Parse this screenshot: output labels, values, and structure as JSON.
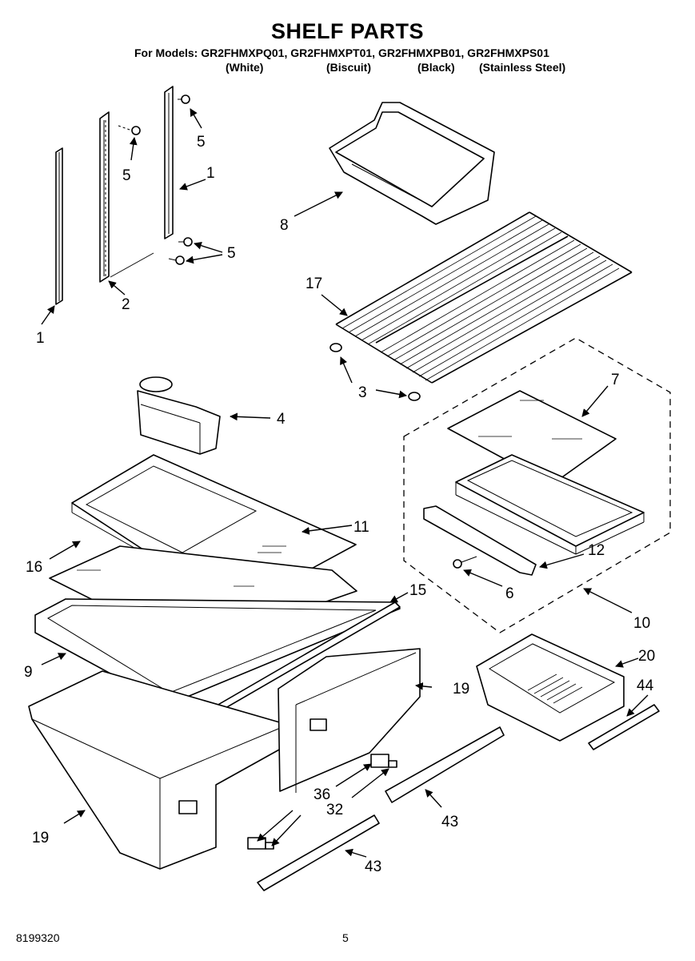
{
  "header": {
    "title": "SHELF PARTS",
    "models_line": "For Models: GR2FHMXPQ01, GR2FHMXPT01, GR2FHMXPB01, GR2FHMXPS01",
    "colors": [
      "(White)",
      "(Biscuit)",
      "(Black)",
      "(Stainless Steel)"
    ]
  },
  "callouts": {
    "c1a": "1",
    "c1b": "1",
    "c2": "2",
    "c3": "3",
    "c4": "4",
    "c5a": "5",
    "c5b": "5",
    "c5c": "5",
    "c6": "6",
    "c7": "7",
    "c8": "8",
    "c9": "9",
    "c10": "10",
    "c11": "11",
    "c12": "12",
    "c15": "15",
    "c16": "16",
    "c17": "17",
    "c19a": "19",
    "c19b": "19",
    "c20": "20",
    "c32": "32",
    "c36": "36",
    "c43a": "43",
    "c43b": "43",
    "c44": "44"
  },
  "footer": {
    "doc_number": "8199320",
    "page_number": "5"
  }
}
